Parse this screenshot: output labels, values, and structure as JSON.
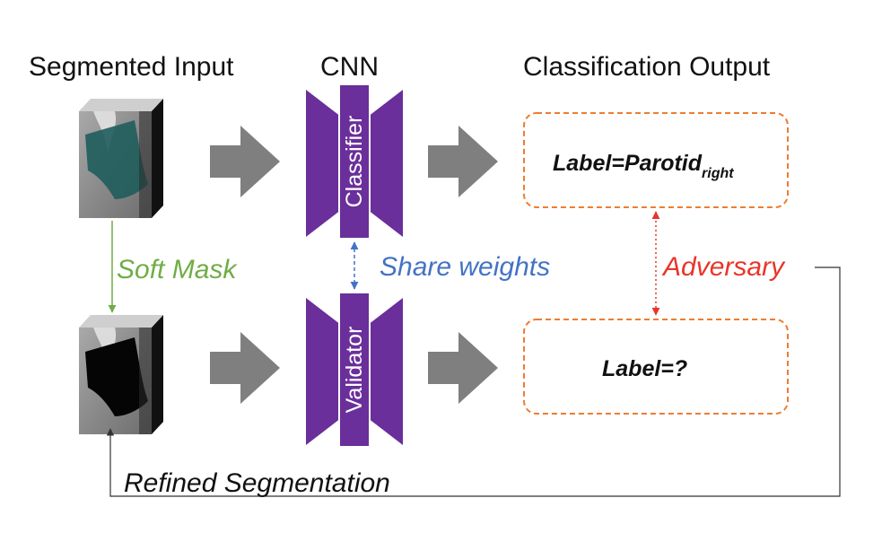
{
  "headers": {
    "input": "Segmented Input",
    "cnn": "CNN",
    "output": "Classification Output"
  },
  "networks": {
    "classifier": "Classifier",
    "validator": "Validator"
  },
  "outputs": {
    "top_label": "Label=Parotid",
    "top_label_sub": "right",
    "bottom_label": "Label=?"
  },
  "connectors": {
    "soft_mask": "Soft Mask",
    "share_weights": "Share weights",
    "adversary": "Adversary",
    "refined": "Refined Segmentation"
  },
  "colors": {
    "network": "#6a2f9a",
    "green": "#70ad47",
    "blue": "#4472c4",
    "red": "#e8352a",
    "orange": "#ed7d31",
    "gray_arrow": "#7f7f7f",
    "teal_mask": "#1f5c5c"
  },
  "icons": {
    "input_top": "ct-volume-with-teal-mask",
    "input_bottom": "ct-volume-with-black-mask",
    "big_arrows": "gray-right-arrow"
  }
}
